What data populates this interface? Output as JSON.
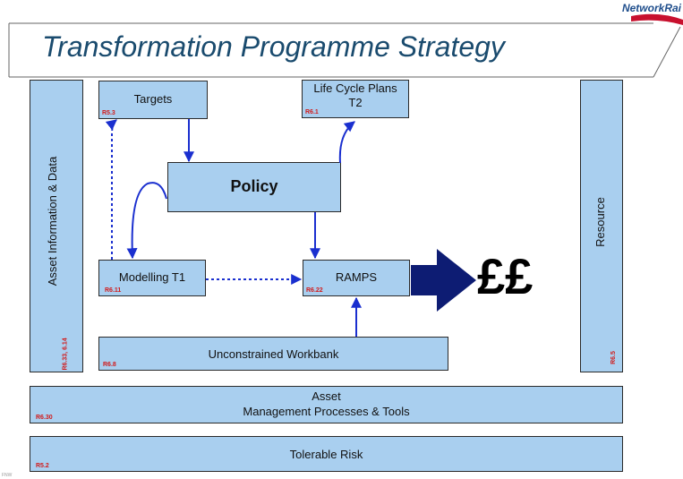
{
  "header": {
    "title": "Transformation Programme Strategy",
    "logo": "NetworkRai"
  },
  "side_left": {
    "label": "Asset Information & Data",
    "ref": "R6.33, 6.14"
  },
  "side_right": {
    "label": "Resource",
    "ref": "R6.5"
  },
  "nodes": {
    "targets": {
      "label": "Targets",
      "ref": "R5.3"
    },
    "life_cycle": {
      "line1": "Life Cycle Plans",
      "line2": "T2",
      "ref": "R6.1"
    },
    "policy": {
      "label": "Policy"
    },
    "modelling": {
      "label": "Modelling T1",
      "ref": "R6.11"
    },
    "ramps": {
      "label": "RAMPS",
      "ref": "R6.22"
    },
    "workbank": {
      "label": "Unconstrained Workbank",
      "ref": "R6.8"
    },
    "amp": {
      "line1": "Asset",
      "line2": "Management Processes & Tools",
      "ref": "R6.30"
    },
    "risk": {
      "label": "Tolerable Risk",
      "ref": "R5.2"
    }
  },
  "outcome": {
    "symbol": "££"
  },
  "footer": {
    "text": "FNW"
  },
  "colors": {
    "box": "#a9cfef",
    "arrow": "#1a2fcf",
    "big_arrow": "#0d1c73",
    "title": "#1a4b6e",
    "ref": "#d21a1a"
  }
}
